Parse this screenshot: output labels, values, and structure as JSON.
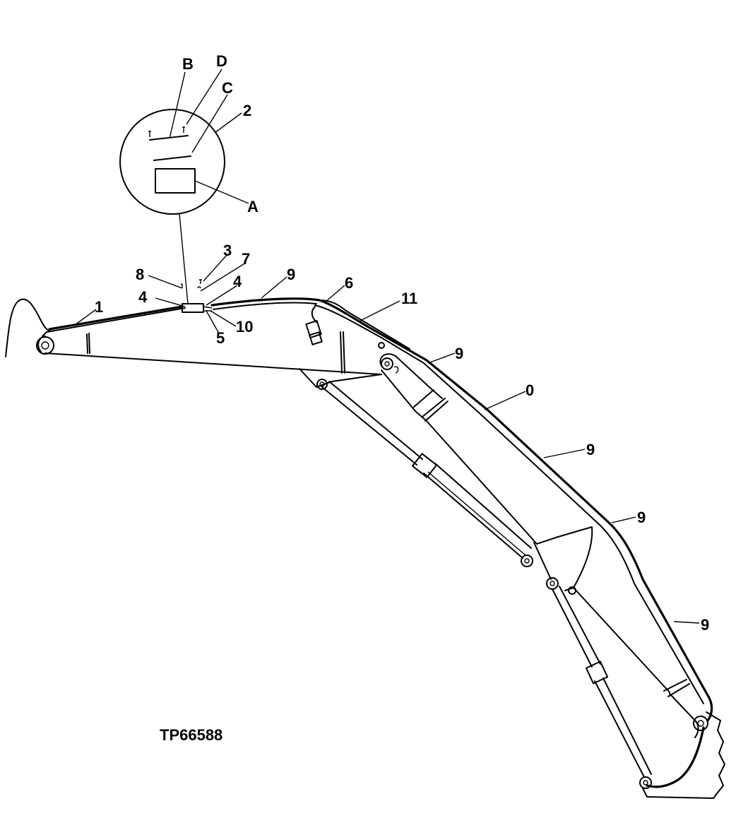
{
  "figure_code": "TP66588",
  "detail_labels": [
    "B",
    "D",
    "C",
    "2",
    "A"
  ],
  "callouts": [
    "3",
    "7",
    "8",
    "4",
    "9",
    "4",
    "6",
    "11",
    "1",
    "5",
    "10",
    "9",
    "0",
    "9",
    "9",
    "9"
  ]
}
